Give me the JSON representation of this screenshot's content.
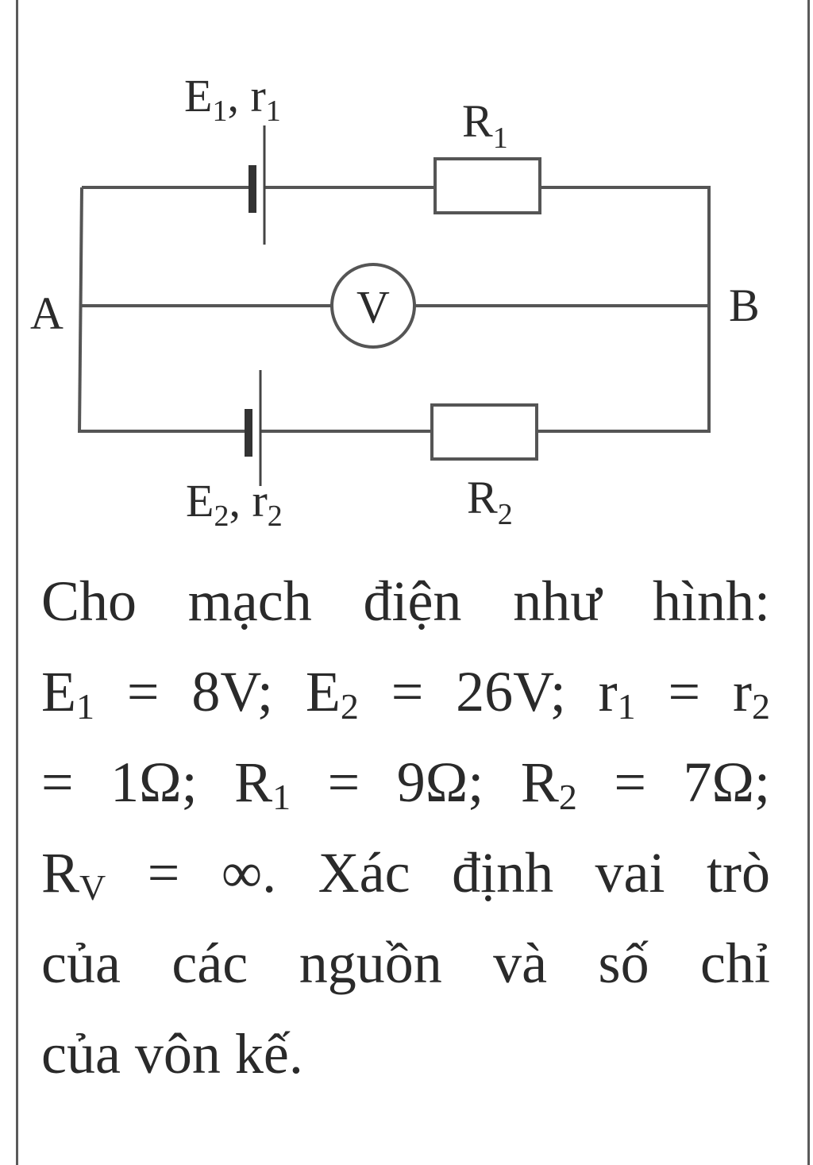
{
  "diagram": {
    "node_a": "A",
    "node_b": "B",
    "source1": {
      "e": "E",
      "e_sub": "1",
      "sep": ", ",
      "r": "r",
      "r_sub": "1"
    },
    "source2": {
      "e": "E",
      "e_sub": "2",
      "sep": ", ",
      "r": "r",
      "r_sub": "2"
    },
    "resistor1": {
      "main": "R",
      "sub": "1"
    },
    "resistor2": {
      "main": "R",
      "sub": "2"
    },
    "voltmeter": "V"
  },
  "problem": {
    "line1": "Cho mạch điện như hình:",
    "line2": [
      "E",
      "1",
      " = 8V; E",
      "2",
      " = 26V; r",
      "1",
      " = r",
      "2"
    ],
    "line3": [
      "= 1Ω; R",
      "1",
      " = 9Ω; R",
      "2",
      " = 7Ω;"
    ],
    "line4": [
      "R",
      "V",
      " = ∞. Xác định vai trò"
    ],
    "line5": "của các nguồn và số chỉ",
    "line6": "của vôn kế."
  }
}
